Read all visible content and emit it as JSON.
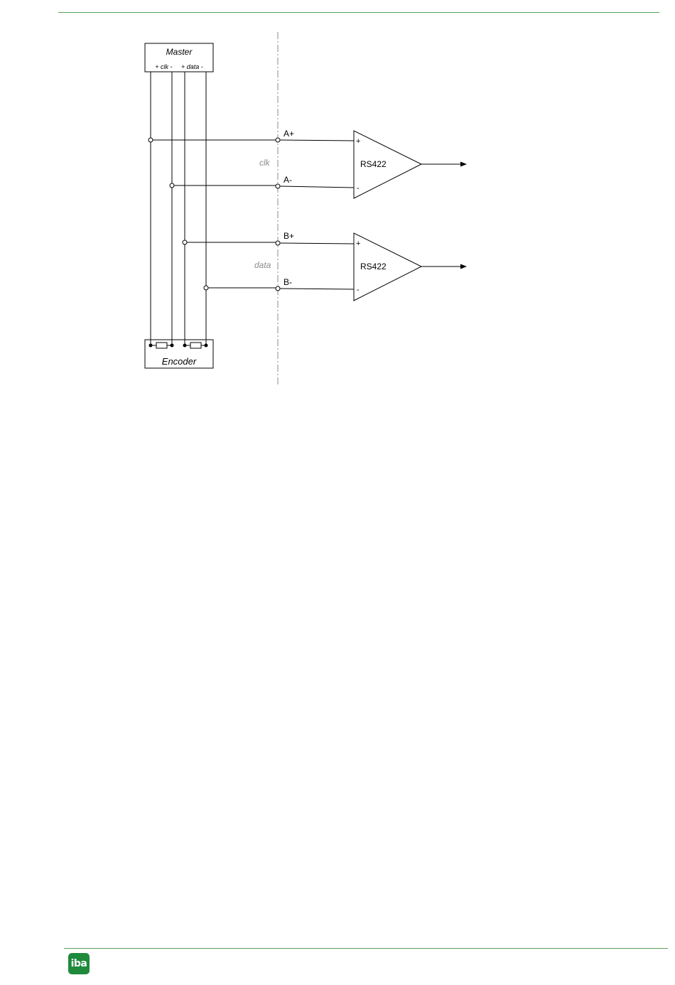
{
  "diagram": {
    "master": {
      "title": "Master",
      "pins": "+ clk -     + data -"
    },
    "encoder": {
      "title": "Encoder"
    },
    "bus_labels": {
      "clk": "clk",
      "data": "data"
    },
    "terminals": {
      "a_plus": "A+",
      "a_minus": "A-",
      "b_plus": "B+",
      "b_minus": "B-"
    },
    "receivers": [
      {
        "label": "RS422",
        "plus": "+",
        "minus": "-"
      },
      {
        "label": "RS422",
        "plus": "+",
        "minus": "-"
      }
    ]
  },
  "footer": {
    "logo_text": "iba",
    "brand_color": "#1f8a3c",
    "rule_color": "#5aa05a"
  }
}
